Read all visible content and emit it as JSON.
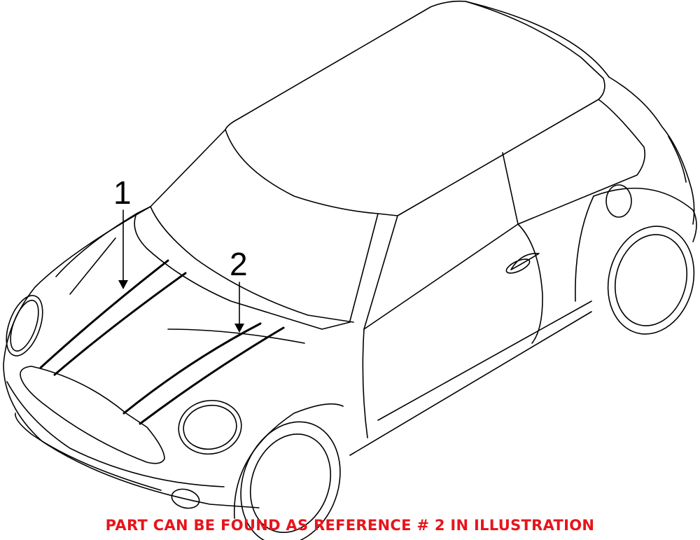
{
  "diagram": {
    "subject": "hatchback car line drawing with hood stripes",
    "callouts": [
      {
        "label": "1",
        "target": "left hood stripe"
      },
      {
        "label": "2",
        "target": "right hood stripe"
      }
    ],
    "note": "PART CAN BE FOUND AS REFERENCE # 2 IN ILLUSTRATION",
    "colors": {
      "line": "#000000",
      "note": "#e8141b",
      "background": "#ffffff"
    }
  }
}
